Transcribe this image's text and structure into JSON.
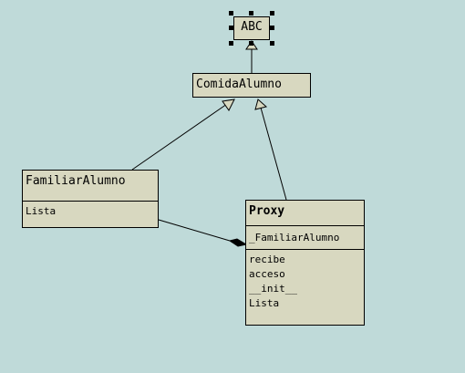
{
  "diagram": {
    "classes": {
      "abc": {
        "name": "ABC",
        "selected": true
      },
      "comida": {
        "name": "ComidaAlumno"
      },
      "familiar": {
        "name": "FamiliarAlumno",
        "members": [
          "Lista"
        ]
      },
      "proxy": {
        "name": "Proxy",
        "attributes": [
          "_FamiliarAlumno"
        ],
        "methods": [
          "recibe",
          "acceso",
          "__init__",
          "Lista"
        ]
      }
    },
    "relations": [
      {
        "type": "inheritance",
        "from": "ComidaAlumno",
        "to": "ABC"
      },
      {
        "type": "inheritance",
        "from": "FamiliarAlumno",
        "to": "ComidaAlumno"
      },
      {
        "type": "inheritance",
        "from": "Proxy",
        "to": "ComidaAlumno"
      },
      {
        "type": "composition",
        "from": "FamiliarAlumno",
        "to": "Proxy"
      }
    ],
    "colors": {
      "background": "#bfdad9",
      "class_fill": "#d8d8c0",
      "line": "#000000"
    }
  }
}
